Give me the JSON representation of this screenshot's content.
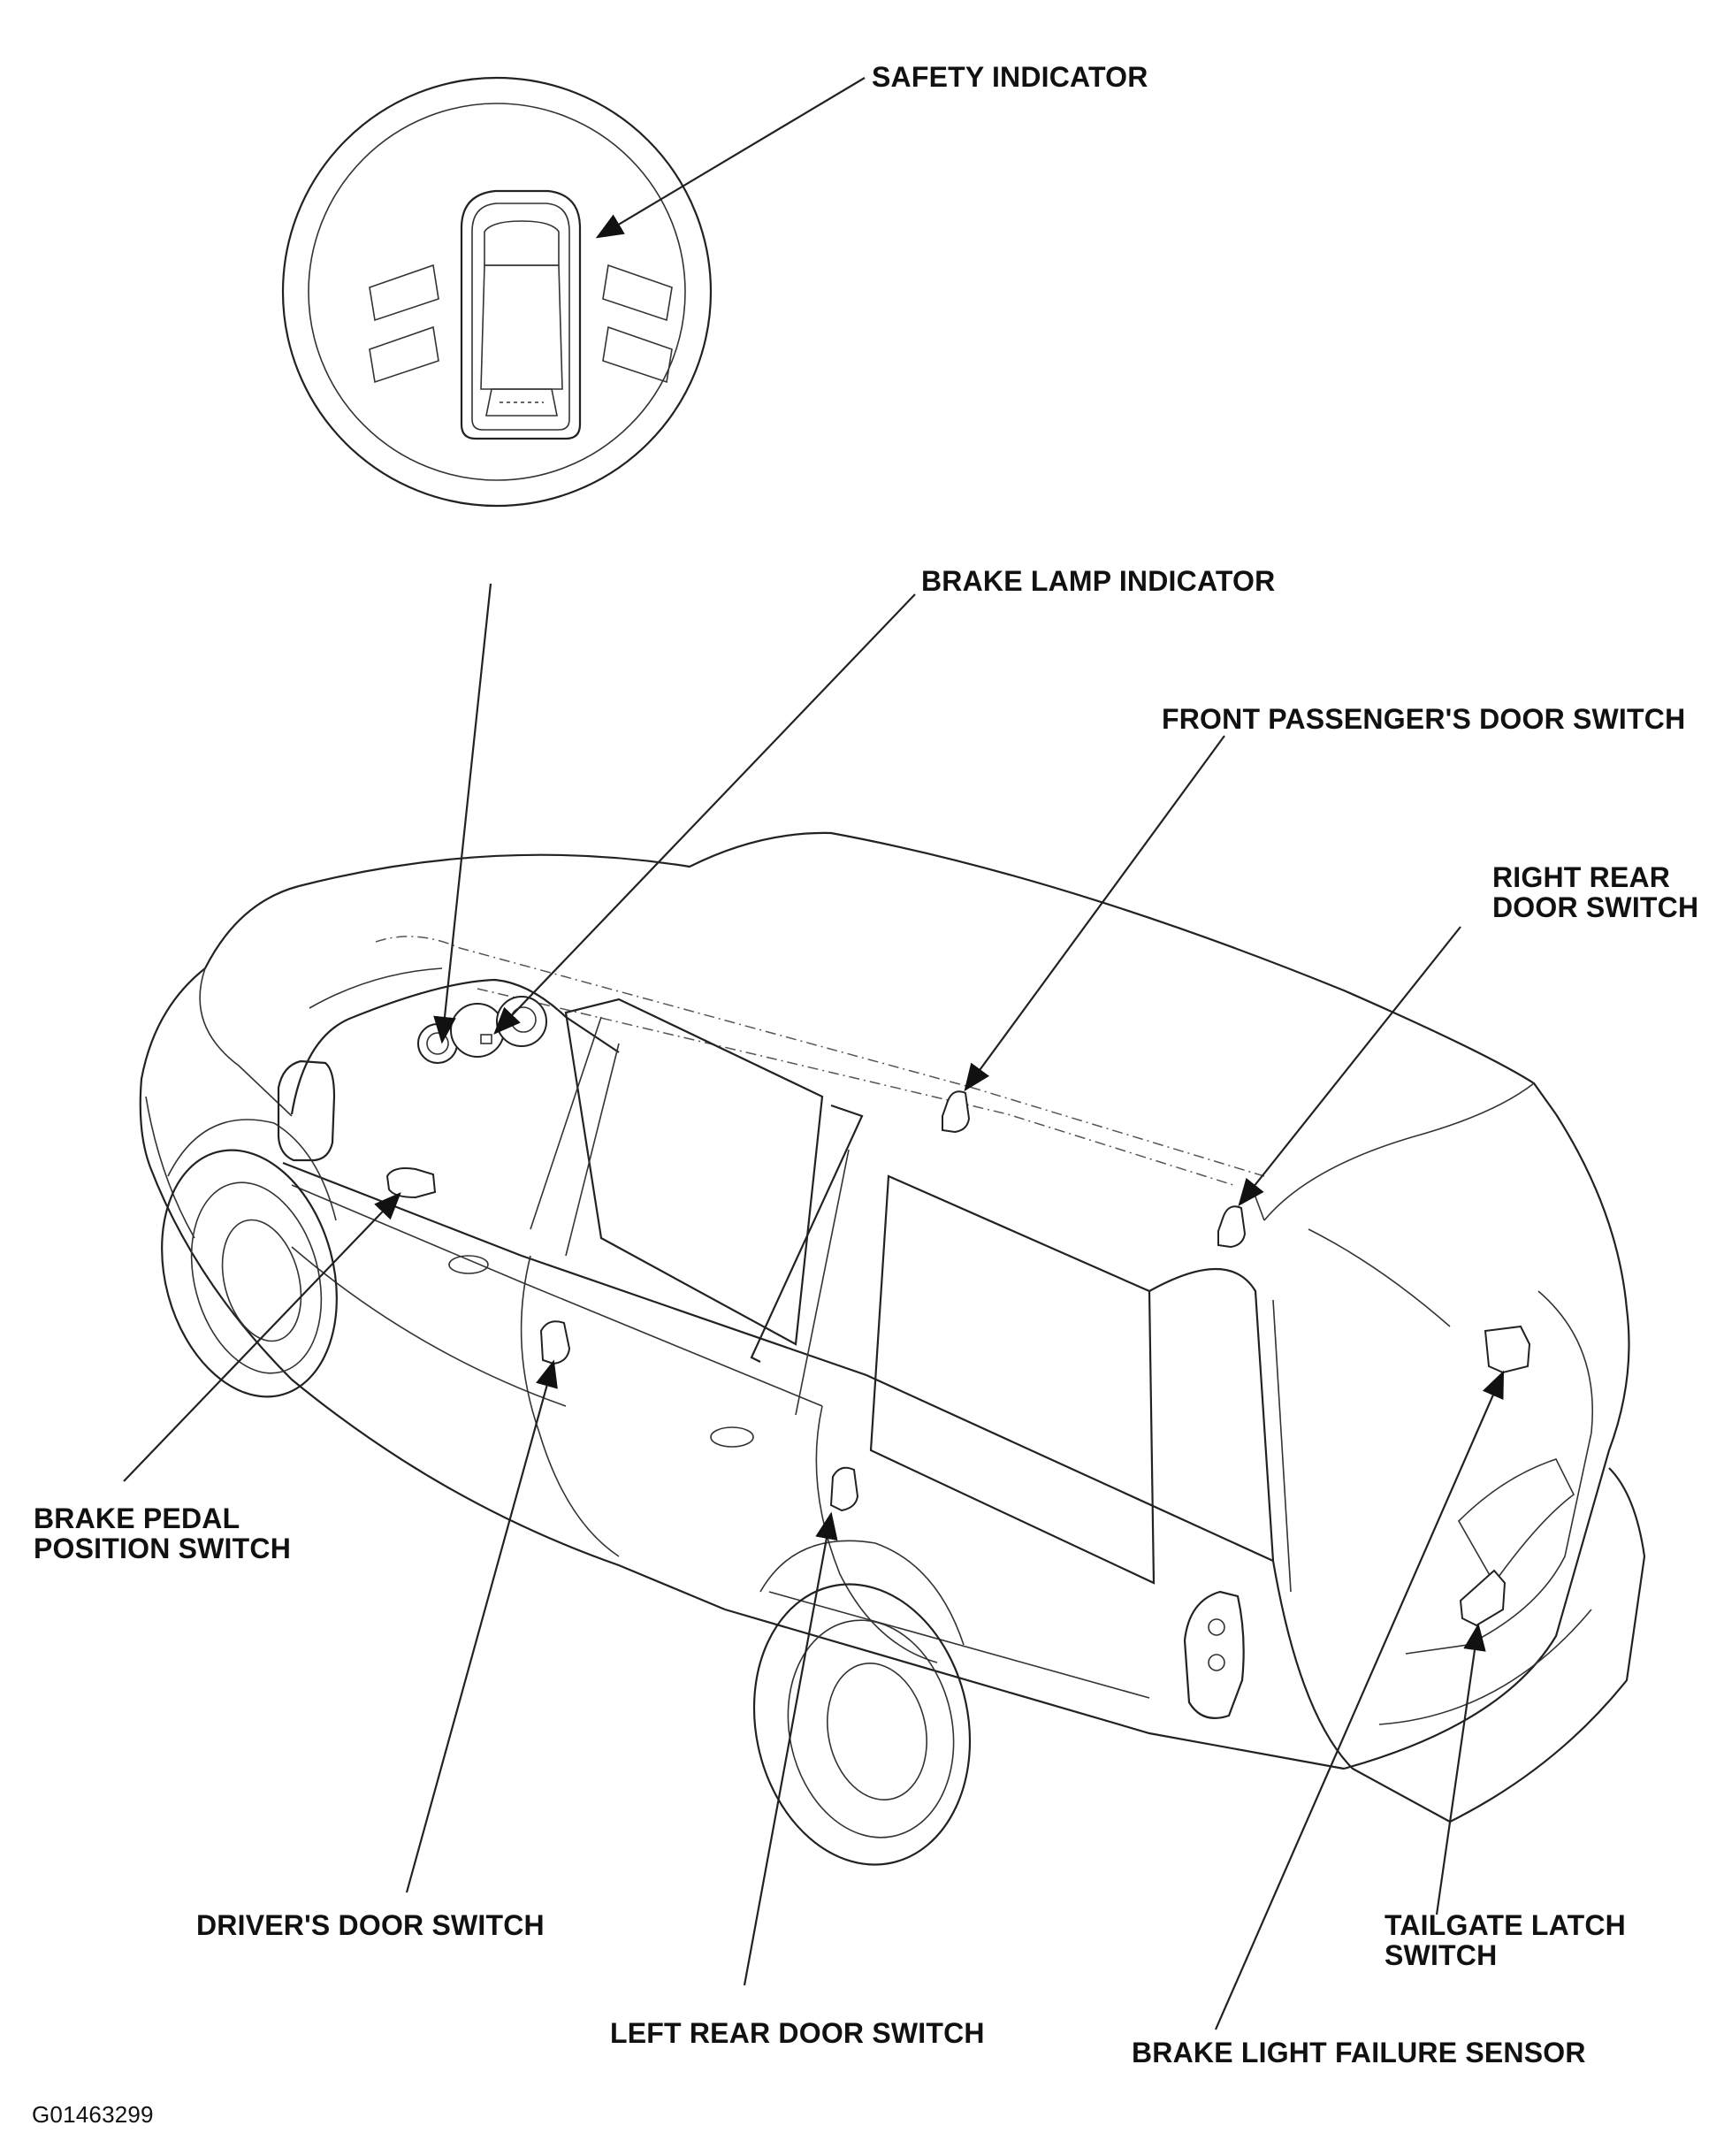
{
  "labels": {
    "safety_indicator": "SAFETY INDICATOR",
    "brake_lamp_indicator": "BRAKE LAMP INDICATOR",
    "front_passenger_door_switch": "FRONT PASSENGER'S DOOR SWITCH",
    "right_rear_door_switch": [
      "RIGHT REAR",
      "DOOR SWITCH"
    ],
    "brake_pedal_position_switch": [
      "BRAKE PEDAL",
      "POSITION SWITCH"
    ],
    "drivers_door_switch": "DRIVER'S DOOR SWITCH",
    "left_rear_door_switch": "LEFT REAR DOOR SWITCH",
    "tailgate_latch_switch": [
      "TAILGATE LATCH",
      "SWITCH"
    ],
    "brake_light_failure_sensor": "BRAKE LIGHT FAILURE SENSOR",
    "figure_code": "G01463299"
  },
  "colors": {
    "ink": "#222222",
    "background": "#ffffff"
  }
}
